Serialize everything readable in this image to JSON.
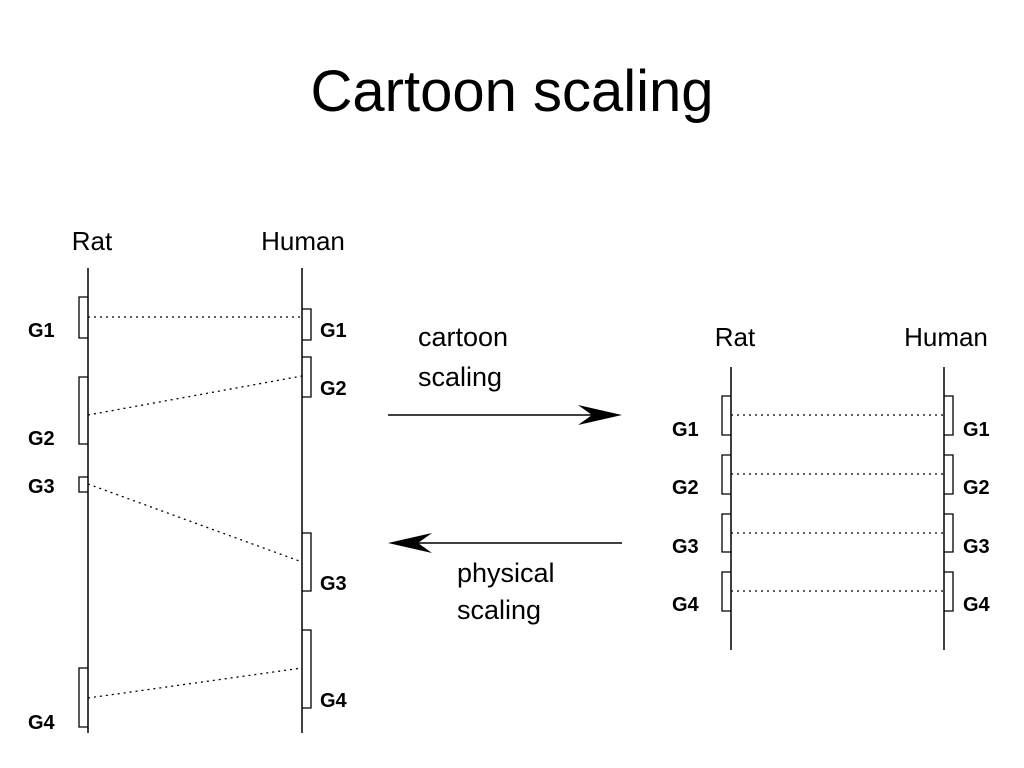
{
  "slide": {
    "title": "Cartoon scaling"
  },
  "left_map": {
    "species_a": "Rat",
    "species_b": "Human",
    "genes_a": [
      "G1",
      "G2",
      "G3",
      "G4"
    ],
    "genes_b": [
      "G1",
      "G2",
      "G3",
      "G4"
    ]
  },
  "right_map": {
    "species_a": "Rat",
    "species_b": "Human",
    "genes_a": [
      "G1",
      "G2",
      "G3",
      "G4"
    ],
    "genes_b": [
      "G1",
      "G2",
      "G3",
      "G4"
    ]
  },
  "arrows": {
    "forward_label_line1": "cartoon",
    "forward_label_line2": "scaling",
    "backward_label_line1": "physical",
    "backward_label_line2": "scaling"
  }
}
